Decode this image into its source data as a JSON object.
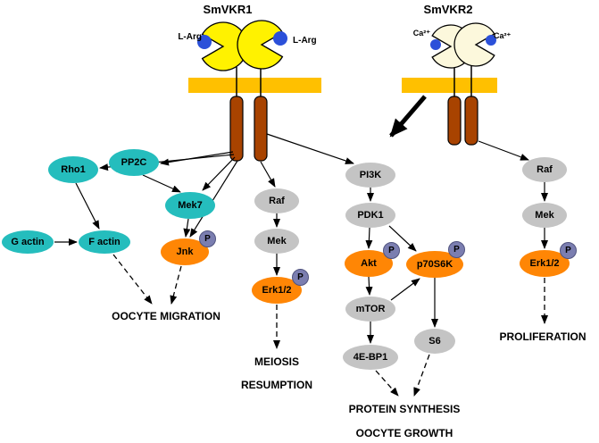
{
  "figure": {
    "receptor_left": {
      "title": "SmVKR1",
      "ligand_left": "L-Arg",
      "ligand_right": "L-Arg"
    },
    "receptor_right": {
      "title": "SmVKR2",
      "ligand_left": "Ca²⁺",
      "ligand_right": "Ca²⁺"
    }
  },
  "phospho_label": "P",
  "nodes": {
    "rho1": {
      "label": "Rho1",
      "color": "teal"
    },
    "pp2c": {
      "label": "PP2C",
      "color": "teal"
    },
    "mek7": {
      "label": "Mek7",
      "color": "teal"
    },
    "g_actin": {
      "label": "G actin",
      "color": "teal"
    },
    "f_actin": {
      "label": "F actin",
      "color": "teal"
    },
    "jnk": {
      "label": "Jnk",
      "color": "orange",
      "phospho": true
    },
    "raf1": {
      "label": "Raf",
      "color": "gray"
    },
    "mek1": {
      "label": "Mek",
      "color": "gray"
    },
    "erk1": {
      "label": "Erk1/2",
      "color": "orange",
      "phospho": true
    },
    "pi3k": {
      "label": "PI3K",
      "color": "gray"
    },
    "pdk1": {
      "label": "PDK1",
      "color": "gray"
    },
    "akt": {
      "label": "Akt",
      "color": "orange",
      "phospho": true
    },
    "p70s6k": {
      "label": "p70S6K",
      "color": "orange",
      "phospho": true
    },
    "mtor": {
      "label": "mTOR",
      "color": "gray"
    },
    "e4bp1": {
      "label": "4E-BP1",
      "color": "gray"
    },
    "s6": {
      "label": "S6",
      "color": "gray"
    },
    "raf2": {
      "label": "Raf",
      "color": "gray"
    },
    "mek2": {
      "label": "Mek",
      "color": "gray"
    },
    "erk2": {
      "label": "Erk1/2",
      "color": "orange",
      "phospho": true
    }
  },
  "outcomes": {
    "oocyte_migration": "OOCYTE MIGRATION",
    "meiosis_line1": "MEIOSIS",
    "meiosis_line2": "RESUMPTION",
    "protein_synthesis": "PROTEIN SYNTHESIS",
    "oocyte_growth": "OOCYTE GROWTH",
    "proliferation": "PROLIFERATION"
  },
  "edges": [
    {
      "from": "SmVKR1",
      "to": "Rho1",
      "style": "solid"
    },
    {
      "from": "SmVKR1",
      "to": "PP2C",
      "style": "solid"
    },
    {
      "from": "SmVKR1",
      "to": "Mek7",
      "style": "solid"
    },
    {
      "from": "SmVKR1",
      "to": "Jnk",
      "style": "solid"
    },
    {
      "from": "SmVKR1",
      "to": "Raf",
      "style": "solid"
    },
    {
      "from": "SmVKR1",
      "to": "PI3K",
      "style": "solid"
    },
    {
      "from": "PP2C",
      "to": "Mek7",
      "style": "solid"
    },
    {
      "from": "Mek7",
      "to": "Jnk",
      "style": "solid"
    },
    {
      "from": "Rho1",
      "to": "F actin",
      "style": "solid"
    },
    {
      "from": "G actin",
      "to": "F actin",
      "style": "solid"
    },
    {
      "from": "F actin",
      "to": "OOCYTE MIGRATION",
      "style": "dashed"
    },
    {
      "from": "Jnk",
      "to": "OOCYTE MIGRATION",
      "style": "dashed"
    },
    {
      "from": "Raf",
      "to": "Mek",
      "style": "solid"
    },
    {
      "from": "Mek",
      "to": "Erk1/2",
      "style": "solid"
    },
    {
      "from": "Erk1/2",
      "to": "MEIOSIS RESUMPTION",
      "style": "dashed"
    },
    {
      "from": "SmVKR2",
      "to": "PI3K",
      "style": "thick"
    },
    {
      "from": "PI3K",
      "to": "PDK1",
      "style": "solid"
    },
    {
      "from": "PDK1",
      "to": "Akt",
      "style": "solid"
    },
    {
      "from": "PDK1",
      "to": "p70S6K",
      "style": "solid"
    },
    {
      "from": "Akt",
      "to": "mTOR",
      "style": "solid"
    },
    {
      "from": "mTOR",
      "to": "p70S6K",
      "style": "solid"
    },
    {
      "from": "mTOR",
      "to": "4E-BP1",
      "style": "solid"
    },
    {
      "from": "p70S6K",
      "to": "S6",
      "style": "solid"
    },
    {
      "from": "4E-BP1",
      "to": "PROTEIN SYNTHESIS",
      "style": "dashed"
    },
    {
      "from": "S6",
      "to": "PROTEIN SYNTHESIS",
      "style": "dashed"
    },
    {
      "from": "SmVKR2",
      "to": "Raf (right)",
      "style": "solid"
    },
    {
      "from": "Raf (right)",
      "to": "Mek (right)",
      "style": "solid"
    },
    {
      "from": "Mek (right)",
      "to": "Erk1/2 (right)",
      "style": "solid"
    },
    {
      "from": "Erk1/2 (right)",
      "to": "PROLIFERATION",
      "style": "dashed"
    }
  ],
  "colors": {
    "teal": "#25BDBD",
    "orange": "#FF8605",
    "gray": "#C4C4C4",
    "phospho_badge": "#7B7EB0",
    "membrane": "#FFC000",
    "receptor_vkr1": "#FFF200",
    "receptor_vkr2": "#FCF8DC",
    "ligand_dot": "#2B50D9",
    "kinase_domain": "#A84300",
    "line": "#000000"
  }
}
